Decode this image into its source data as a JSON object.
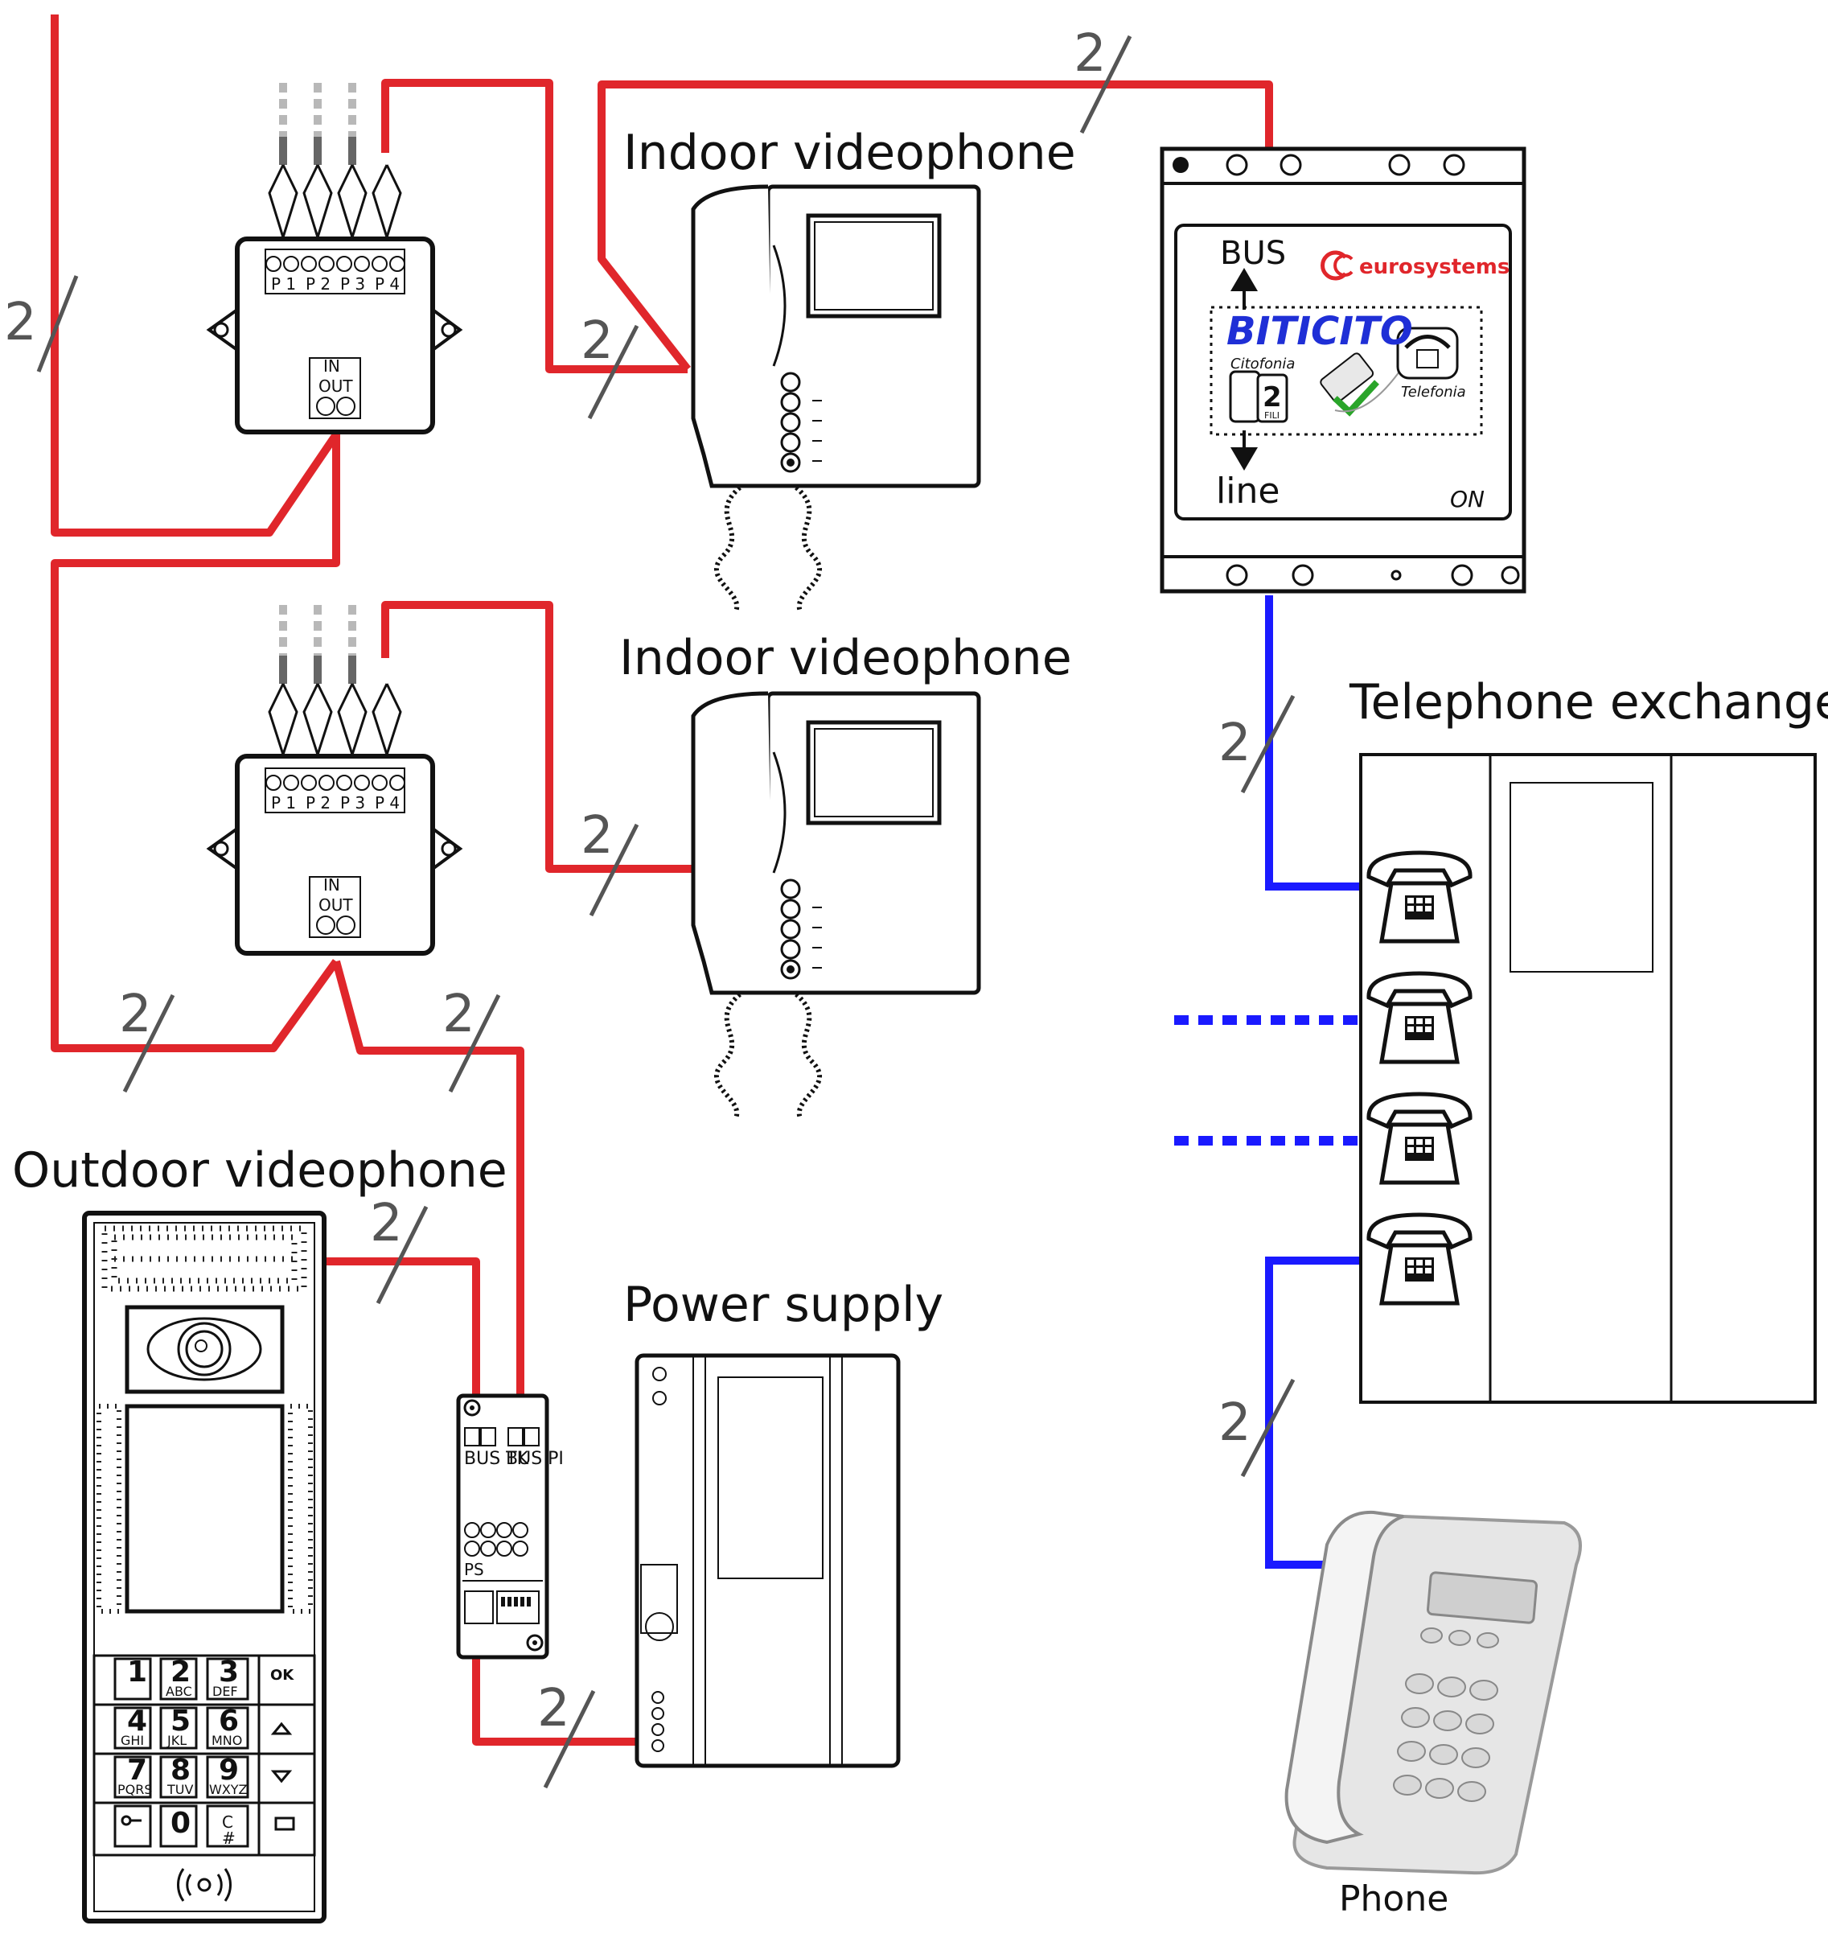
{
  "labels": {
    "indoor_1": "Indoor videophone",
    "indoor_2": "Indoor videophone",
    "outdoor": "Outdoor videophone",
    "power": "Power supply",
    "exchange": "Telephone exchange",
    "phone": "Phone"
  },
  "wire_count": "2",
  "distributor": {
    "ports": [
      "P 1",
      "P 2",
      "P 3",
      "P 4"
    ],
    "in": "IN",
    "out": "OUT"
  },
  "interface": {
    "bus": "BUS",
    "line": "line",
    "brand": "eurosystems",
    "product": "BITICITO",
    "citofonia": "Citofonia",
    "telefonia": "Telefonia",
    "fili_num": "2",
    "fili": "FILI",
    "on": "ON"
  },
  "pcu": {
    "bus_tk": "BUS TK",
    "bus_pi": "BUS PI",
    "ps": "PS"
  },
  "keypad": {
    "digits": [
      "1",
      "2",
      "3",
      "4",
      "5",
      "6",
      "7",
      "8",
      "9",
      "0"
    ],
    "letters": [
      "ABC",
      "DEF",
      "GHI",
      "JKL",
      "MNO",
      "PQRS",
      "TUV",
      "WXYZ"
    ],
    "ok": "OK",
    "c": "C",
    "hash": "#"
  },
  "colors": {
    "red_wire": "#e0262b",
    "blue_wire": "#1a1aff",
    "grey_wire": "#b8b8b8",
    "brand_red": "#e0262b",
    "brand_blue": "#1f2fd6",
    "check": "#2aa52a",
    "ink": "#111111"
  }
}
